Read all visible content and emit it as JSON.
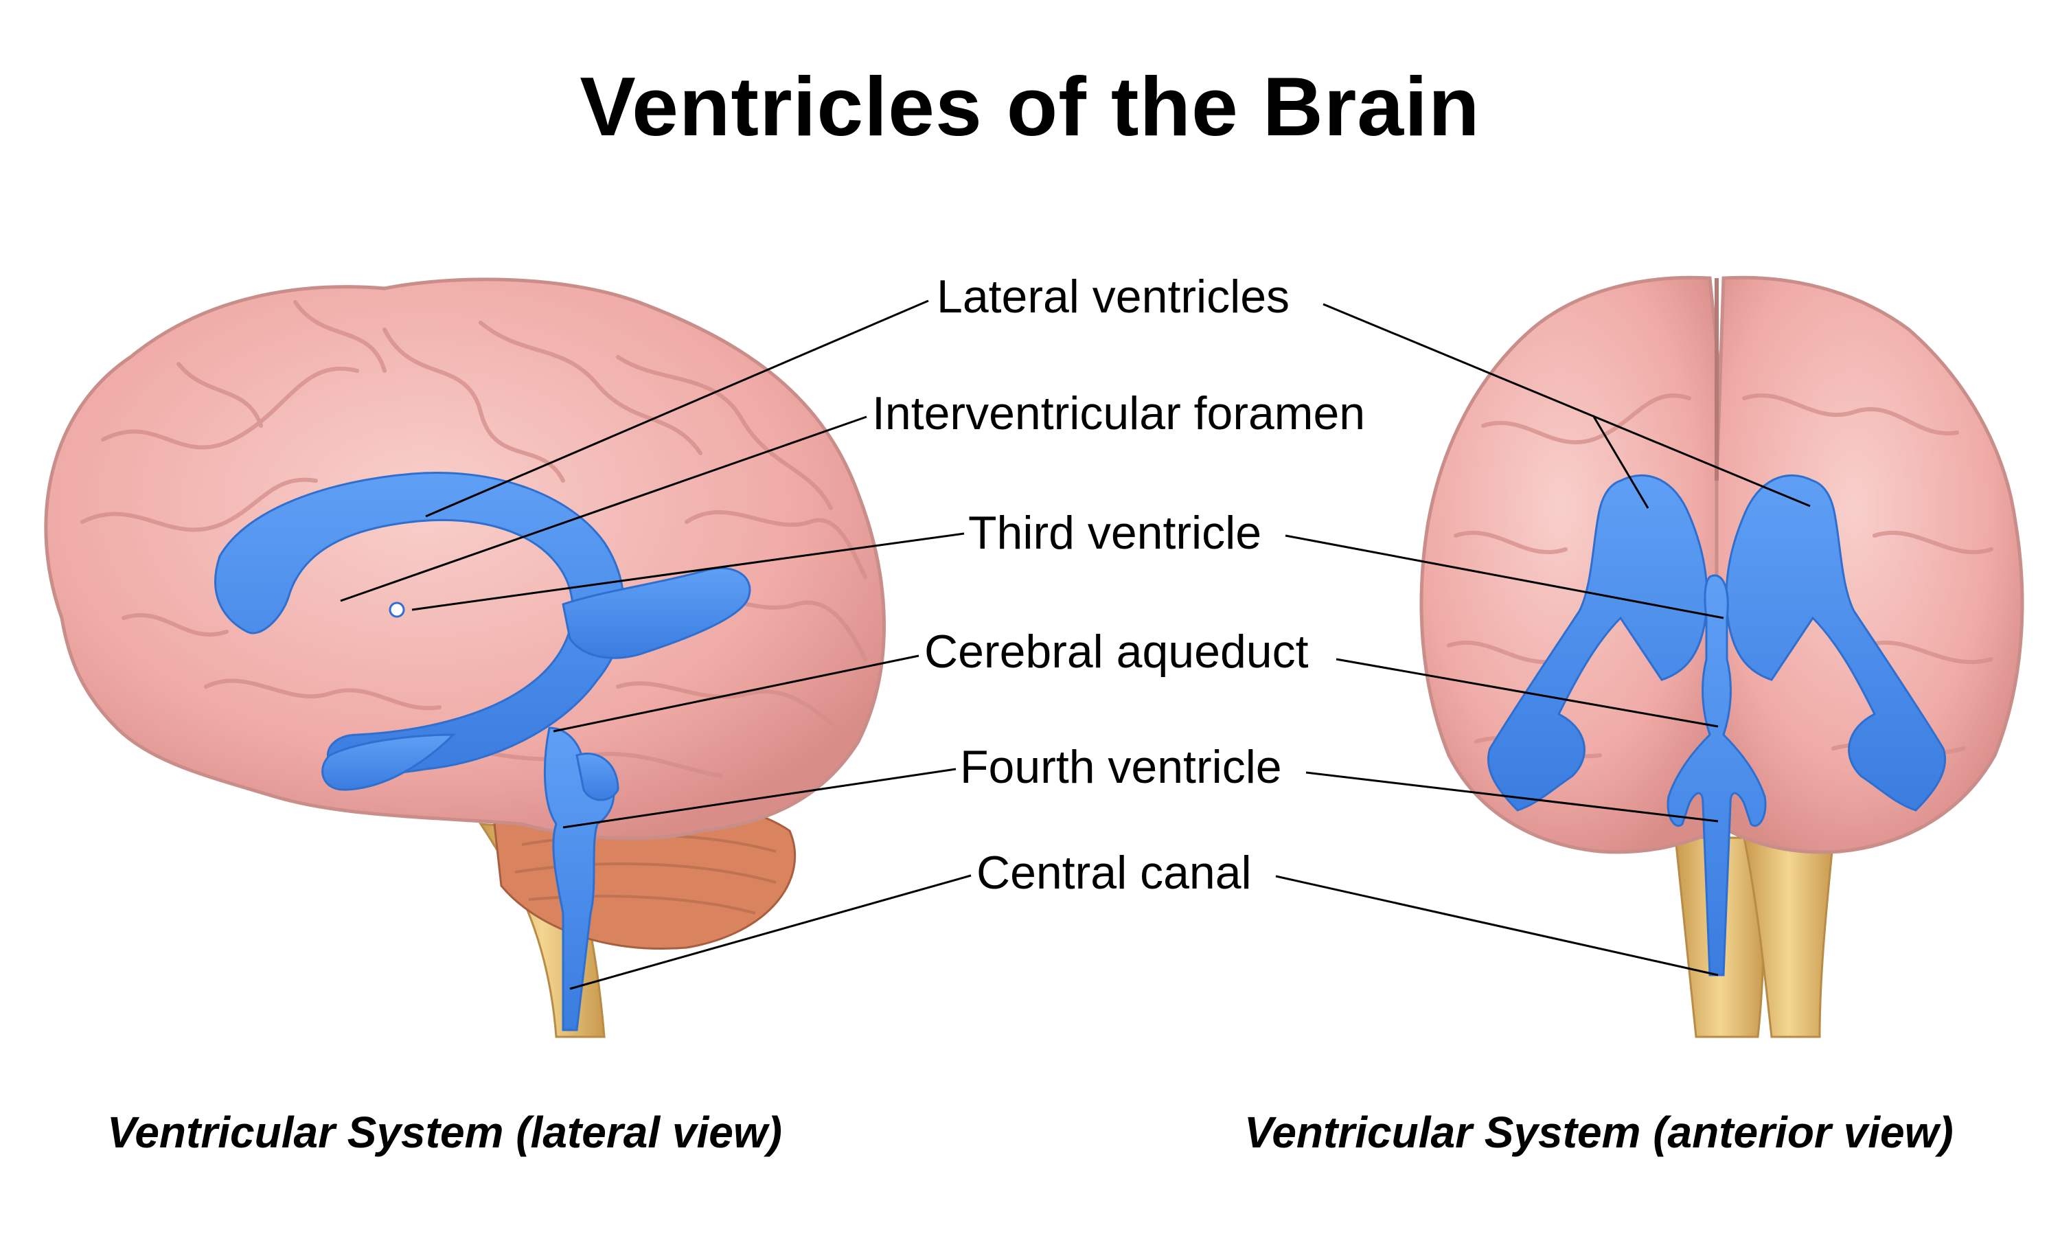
{
  "title": "Ventricles of the Brain",
  "labels": [
    "Lateral ventricles",
    "Interventricular foramen",
    "Third ventricle",
    "Cerebral aqueduct",
    "Fourth ventricle",
    "Central canal"
  ],
  "captions": {
    "lateral": "Ventricular System (lateral view)",
    "anterior": "Ventricular System (anterior view)"
  },
  "colors": {
    "brain": "#f2b3b0",
    "brain_outline": "#c98e8a",
    "ventricle": "#4a8ff0",
    "cerebellum": "#d9845f",
    "brainstem": "#e8c27a"
  }
}
